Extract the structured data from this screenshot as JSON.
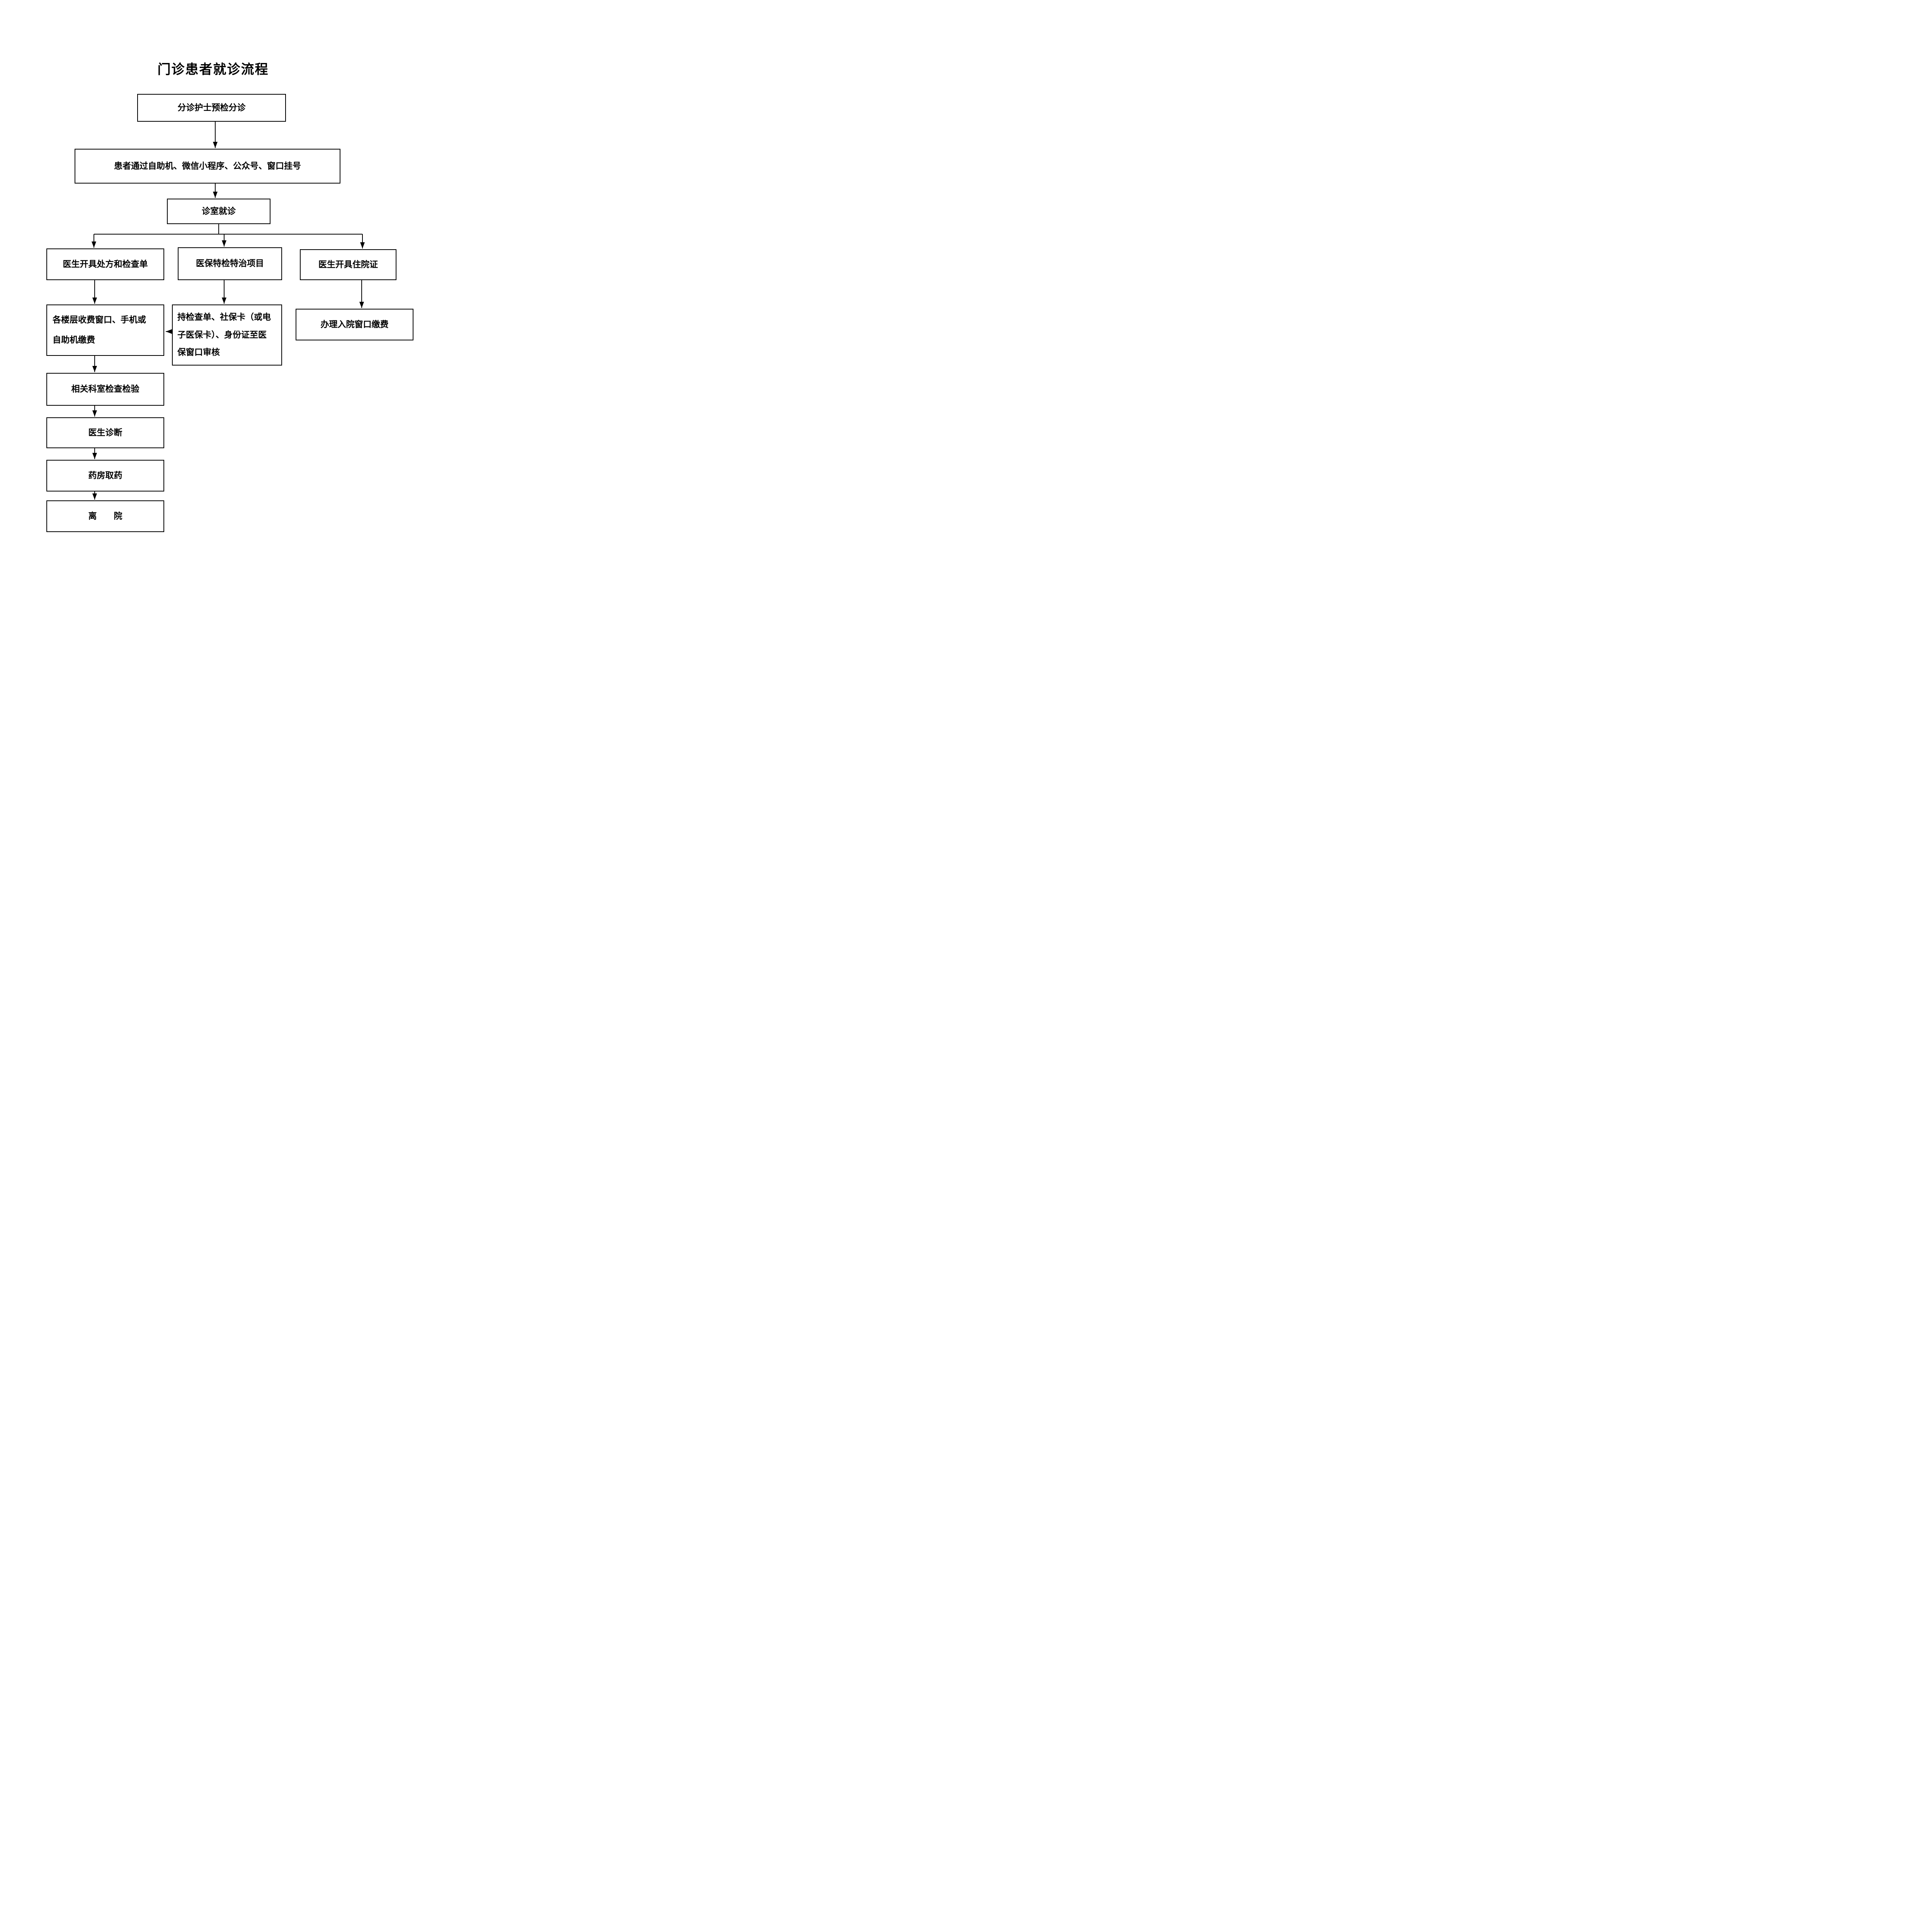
{
  "page": {
    "title": "门诊患者就诊流程"
  },
  "flow": {
    "boxes": {
      "triage": {
        "label": "分诊护士预检分诊"
      },
      "register": {
        "label": "患者通过自助机、微信小程序、公众号、窗口挂号"
      },
      "clinic": {
        "label": "诊室就诊"
      },
      "prescription": {
        "label": "医生开具处方和检查单"
      },
      "special": {
        "label": "医保特检特治项目"
      },
      "admission_cert": {
        "label": "医生开具住院证"
      },
      "pay": {
        "lines": [
          "各楼层收费窗口、手机或",
          "自助机缴费"
        ]
      },
      "insurance_review": {
        "lines": [
          "持检查单、社保卡（或电",
          "子医保卡）、身份证至医",
          "保窗口审核"
        ]
      },
      "admission_pay": {
        "label": "办理入院窗口缴费"
      },
      "exam": {
        "label": "相关科室检查检验"
      },
      "diagnosis": {
        "label": "医生诊断"
      },
      "pharmacy": {
        "label": "药房取药"
      },
      "leave": {
        "label": "离　　院"
      }
    }
  }
}
